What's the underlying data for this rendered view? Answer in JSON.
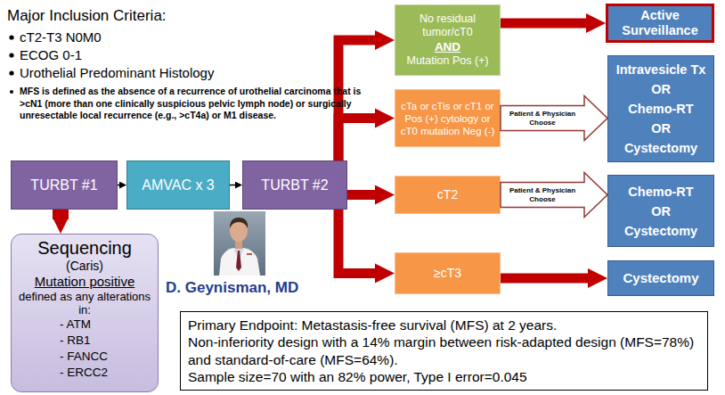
{
  "diagram": {
    "nodes": [
      {
        "text": [
          "TURBT #1"
        ]
      },
      {
        "text": [
          "AMVAC x 3"
        ]
      },
      {
        "text": [
          "TURBT #2"
        ]
      },
      {
        "text": [
          "No residual tumor/cT0",
          "AND",
          "Mutation Pos (+)"
        ]
      },
      {
        "text": [
          "Active Surveillance"
        ]
      },
      {
        "text": [
          "cTa or cTis or cT1 or Pos (+) cytology or cT0 mutation Neg (-)"
        ]
      },
      {
        "text": [
          "Intravesicle Tx",
          "OR",
          "Chemo-RT",
          "OR",
          "Cystectomy"
        ]
      },
      {
        "text": [
          "cT2"
        ]
      },
      {
        "text": [
          "Chemo-RT",
          "OR",
          "Cystectomy"
        ]
      },
      {
        "text": [
          "≥cT3"
        ]
      },
      {
        "text": [
          "Cystectomy"
        ]
      },
      {
        "text": [
          "Sequencing",
          "(Caris)",
          "Mutation positive",
          "defined as any alterations in:",
          "- ATM",
          "- RB1",
          "- FANCC",
          "- ERCC2"
        ]
      },
      {
        "text": [
          "Primary Endpoint: Metastasis-free survival (MFS) at 2 years.",
          "Non-inferiority design with a 14% margin between risk-adapted design (MFS=78%) and standard-of-care (MFS=64%).",
          "Sample size=70 with an 82% power, Type I error=0.045"
        ]
      }
    ],
    "edges": [
      {
        "from": 0,
        "to": 1,
        "arrow": "to"
      },
      {
        "from": 1,
        "to": 2,
        "arrow": "to"
      },
      {
        "from": 2,
        "to": 3,
        "arrow": "to"
      },
      {
        "from": 2,
        "to": 5,
        "arrow": "to"
      },
      {
        "from": 2,
        "to": 7,
        "arrow": "to"
      },
      {
        "from": 2,
        "to": 9,
        "arrow": "to"
      },
      {
        "from": 3,
        "to": 4,
        "arrow": "to"
      },
      {
        "from": 5,
        "to": 6,
        "label": "Patient & Physician Choose",
        "arrow": "to"
      },
      {
        "from": 7,
        "to": 8,
        "label": "Patient & Physician Choose",
        "arrow": "to"
      },
      {
        "from": 9,
        "to": 10,
        "arrow": "to"
      },
      {
        "from": 0,
        "to": 11,
        "arrow": "to"
      }
    ],
    "labels": [
      "Major Inclusion Criteria:",
      "cT2-T3 N0M0",
      "ECOG 0-1",
      "Urothelial Predominant Histology",
      "MFS is defined as the absence of a recurrence of urothelial carcinoma that is >cN1 (more than one clinically suspicious pelvic lymph node) or surgically unresectable local recurrence (e.g., >cT4a) or M1 disease.",
      "D. Geynisman, MD"
    ]
  }
}
